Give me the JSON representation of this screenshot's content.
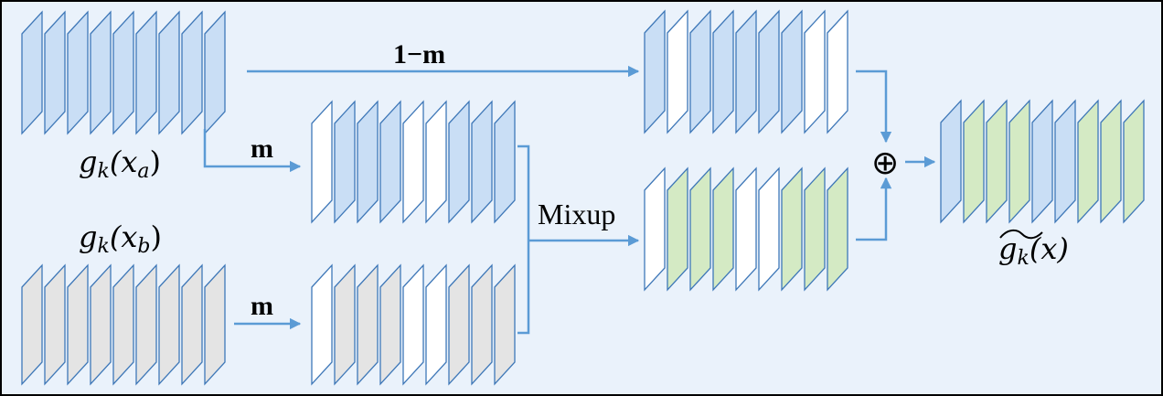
{
  "colors": {
    "background": "#eaf2fb",
    "border": "#000000",
    "blue_fill": "#c9def5",
    "gray_fill": "#e4e4e4",
    "green_fill": "#d4eac4",
    "white_fill": "#ffffff",
    "stroke": "#3f78b8",
    "arrow": "#5b9bd5"
  },
  "labels": {
    "ga_base": "g",
    "ga_sub_k": "k",
    "ga_paren_open": "(x",
    "ga_sub_a": "a",
    "ga_paren_close": ")",
    "gb_base": "g",
    "gb_sub_k": "k",
    "gb_paren_open": "(x",
    "gb_sub_b": "b",
    "gb_paren_close": ")",
    "one_minus_m": "1−m",
    "mask_top": "m",
    "mask_bottom": "m",
    "mixup": "Mixup",
    "oplus": "⊕",
    "out_base": "g",
    "out_sub_k": "k",
    "out_arg": "(x)"
  },
  "stacks": {
    "ga": [
      "blue",
      "blue",
      "blue",
      "blue",
      "blue",
      "blue",
      "blue",
      "blue",
      "blue"
    ],
    "gb": [
      "gray",
      "gray",
      "gray",
      "gray",
      "gray",
      "gray",
      "gray",
      "gray",
      "gray"
    ],
    "masked_a": [
      "white",
      "blue",
      "blue",
      "blue",
      "white",
      "white",
      "blue",
      "blue",
      "blue"
    ],
    "masked_b": [
      "white",
      "gray",
      "gray",
      "gray",
      "white",
      "white",
      "gray",
      "gray",
      "gray"
    ],
    "complement_a": [
      "blue",
      "white",
      "blue",
      "blue",
      "blue",
      "blue",
      "blue",
      "white",
      "white"
    ],
    "mixed": [
      "white",
      "green",
      "green",
      "green",
      "white",
      "white",
      "green",
      "green",
      "green"
    ],
    "output": [
      "blue",
      "green",
      "green",
      "green",
      "blue",
      "blue",
      "green",
      "green",
      "green"
    ]
  }
}
